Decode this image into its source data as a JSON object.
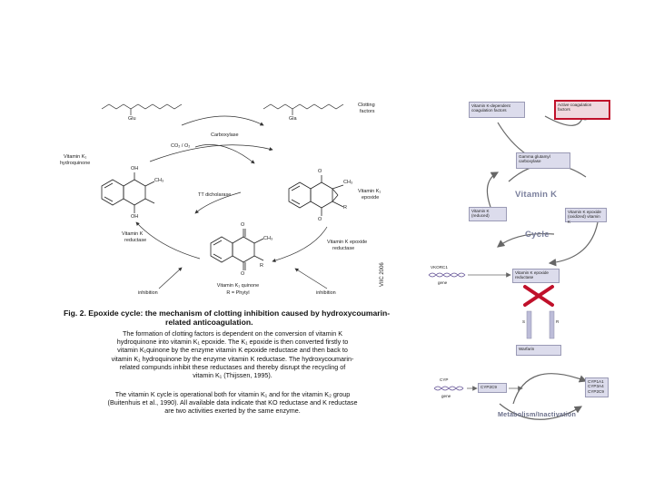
{
  "left_figure": {
    "top_labels": {
      "glu": "Glu",
      "gla": "Gla",
      "clotting": "Clotting",
      "factors": "factors",
      "carboxylase": "Carboxylase",
      "co2o2": "CO₂ / O₂"
    },
    "hydroquinone_label": [
      "Vitamin K₁",
      "hydroquinone"
    ],
    "oh_label": "OH",
    "ch3_label": "CH₃",
    "tt_label": "TT dicholarase",
    "epoxide_label": [
      "Vitamin K₁",
      "epoxide"
    ],
    "k_reductase_label": [
      "Vitamin K",
      "reductase"
    ],
    "epoxide_reductase_label": [
      "Vitamin K epoxide",
      "reductase"
    ],
    "quinone_label": [
      "Vitamin K₁ quinone",
      "R = Phytyl"
    ],
    "o_label": "O",
    "r_label": "R",
    "inhibition_left": "inhibition",
    "inhibition_right": "inhibition",
    "watermark": "VIIC 2006"
  },
  "caption": {
    "title_line1": "Fig. 2. Epoxide cycle: the mechanism of clotting inhibition caused by hydroxycoumarin-",
    "title_line2": "related anticoagulation.",
    "para1": [
      "The formation of clotting factors is dependent on the conversion of vitamin K",
      "hydroquinone into vitamin K₁ epoxide. The K₁ epoxide is then converted firstly to",
      "vitamin K₁quinone by the enzyme vitamin K epoxide reductase and then back to",
      "vitamin K₁ hydroquinone by the enzyme vitamin K reductase. The hydroxycoumarin-",
      "related compunds inhibit these reductases and thereby disrupt the recycling of",
      "vitamin K₁ (Thijssen, 1995)."
    ],
    "para2": [
      "The vitamin K cycle is operational both for vitamin K₁ and for the vitamin K₂ group",
      "(Buitenhuis et al., 1990). All available data indicate that KO reductase and K reductase",
      "are two activities exerted by the same enzyme."
    ]
  },
  "right_figure": {
    "box_dependent": [
      "Vitamin K-dependent",
      "coagulation factors"
    ],
    "box_active": [
      "Active coagulation",
      "factors"
    ],
    "box_gamma": [
      "Gamma glutamyl",
      "carboxylase"
    ],
    "vitamin_k": "Vitamin K",
    "cycle": "Cycle",
    "box_reduced": [
      "Vitamin K",
      "(reduced)"
    ],
    "box_epoxide": [
      "Vitamin K epoxide",
      "(oxidized) vitamin K"
    ],
    "box_vkor": [
      "Vitamin K epoxide",
      "reductase"
    ],
    "gene_vkorc1": "VKORC1",
    "gene_label": "gene",
    "box_warfarin": "Warfarin",
    "box_cyp2c9": "CYP2C9",
    "gene_cyp": "CYP",
    "gene_label2": "gene",
    "cyp_list": [
      "CYP1A1",
      "CYP3A4",
      "CYP2C9"
    ],
    "s_label": "S",
    "r_label": "R",
    "metabolism": "Metabolism/Inactivation"
  },
  "colors": {
    "inhibition_x": "#c0102a",
    "box_fill": "#dcdcec",
    "cycle_gray": "#7a7f9c"
  }
}
